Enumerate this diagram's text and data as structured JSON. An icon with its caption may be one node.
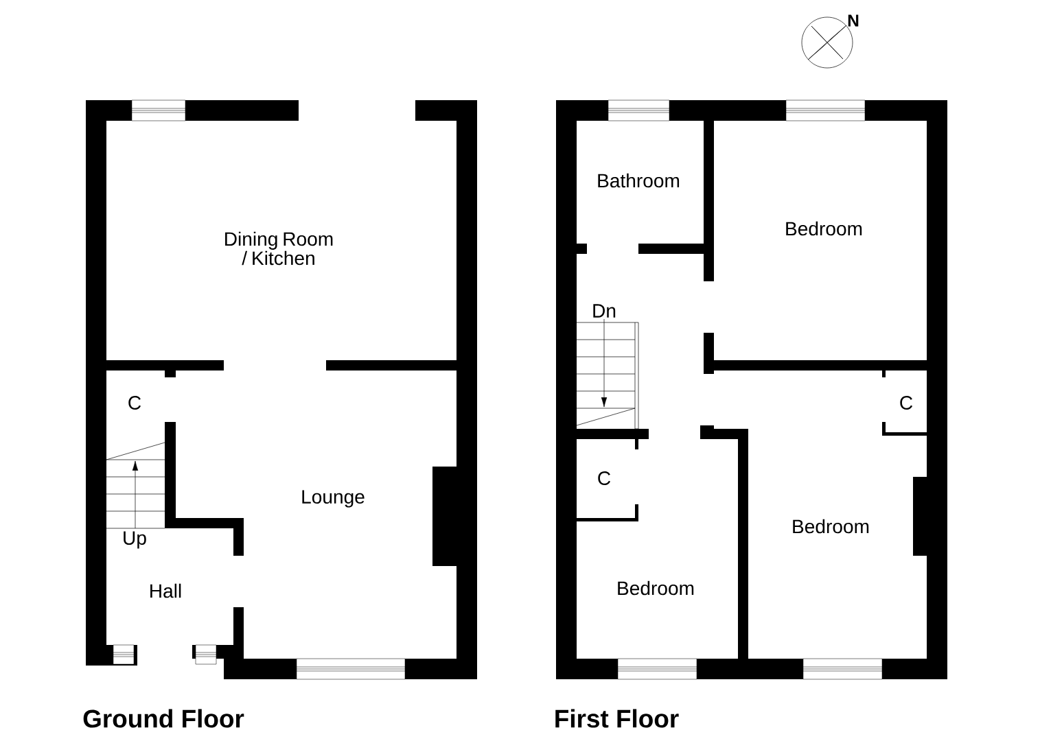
{
  "diagram": {
    "labels": [
      "N",
      "Bathroom",
      "Bedroom",
      "Dining Room / Kitchen",
      "Dn",
      "C",
      "C",
      "C",
      "Lounge",
      "Bedroom",
      "Up",
      "Bedroom",
      "Hall",
      "Ground Floor",
      "First Floor"
    ]
  }
}
